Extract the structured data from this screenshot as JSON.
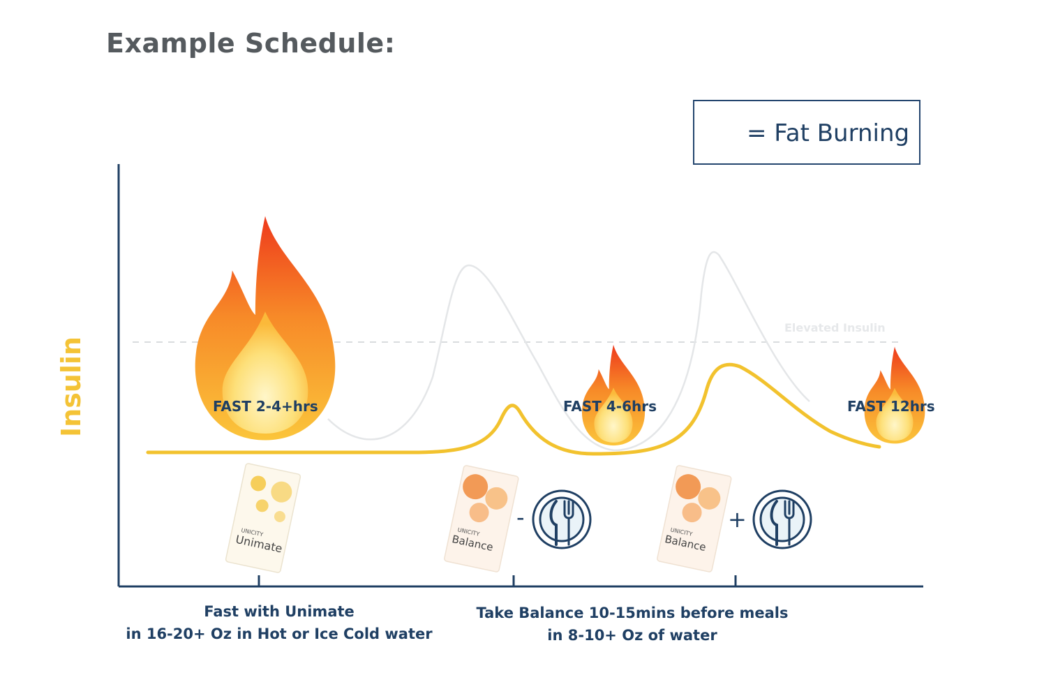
{
  "title": "Example Schedule:",
  "legend": {
    "icon": "flame-icon",
    "text": "= Fat Burning"
  },
  "y_axis_label": "Insulin",
  "threshold_label": "Elevated Insulin",
  "phases": [
    {
      "label": "FAST 2-4+hrs"
    },
    {
      "label": "FAST 4-6hrs"
    },
    {
      "label": "FAST 12hrs"
    }
  ],
  "packets": [
    {
      "brand": "UNICITY",
      "name": "Unimate",
      "color": "#f4c336"
    },
    {
      "brand": "UNICITY",
      "name": "Balance",
      "color": "#f08a3c"
    },
    {
      "brand": "UNICITY",
      "name": "Balance",
      "color": "#f08a3c"
    }
  ],
  "operators": [
    "-",
    "+"
  ],
  "captions": [
    {
      "line1": "Fast with Unimate",
      "line2": "in 16-20+ Oz in Hot or Ice Cold water"
    },
    {
      "line1": "Take Balance 10-15mins before meals",
      "line2": "in 8-10+ Oz of water"
    }
  ],
  "colors": {
    "navy": "#1f3f63",
    "insulin_curve": "#f2c22e",
    "flame_outer": "#f05a22",
    "flame_inner": "#fde58a"
  }
}
